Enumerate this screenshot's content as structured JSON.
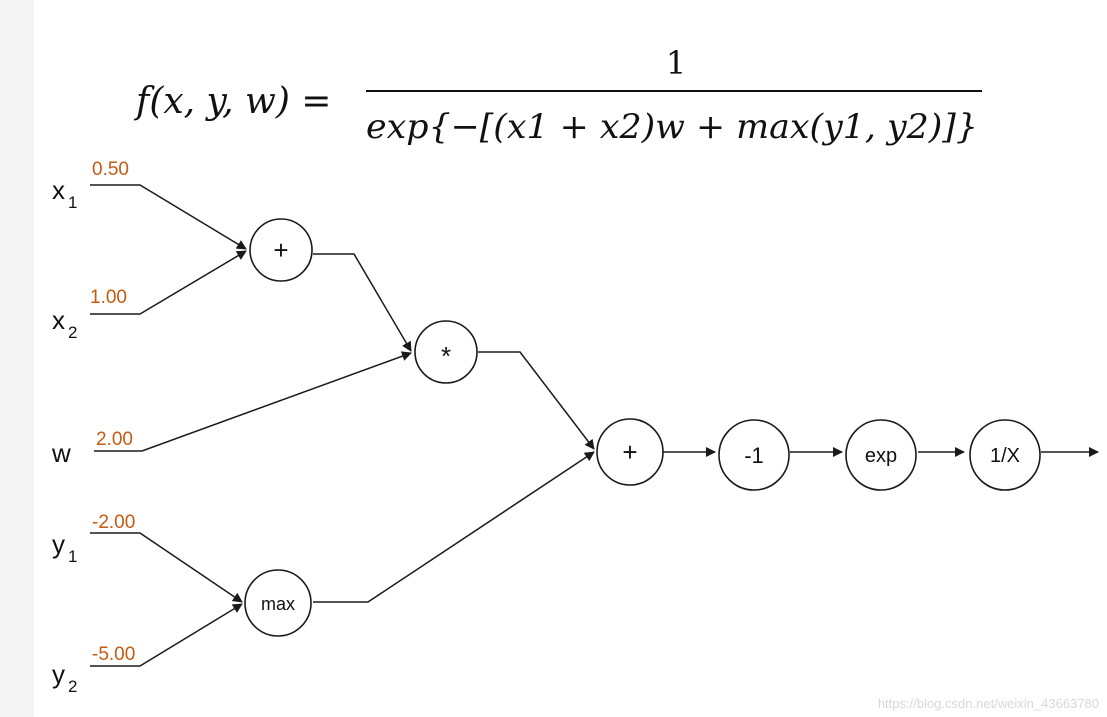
{
  "formula": {
    "lhs": "f(x, y, w) =",
    "numerator": "1",
    "denominator": "exp{−[(x1 + x2)w + max(y1, y2)]}"
  },
  "inputs": [
    {
      "symbol": "x",
      "subscript": "1",
      "value": "0.50"
    },
    {
      "symbol": "x",
      "subscript": "2",
      "value": "1.00"
    },
    {
      "symbol": "w",
      "subscript": "",
      "value": "2.00"
    },
    {
      "symbol": "y",
      "subscript": "1",
      "value": "-2.00"
    },
    {
      "symbol": "y",
      "subscript": "2",
      "value": "-5.00"
    }
  ],
  "nodes": {
    "add1": "+",
    "mul": "*",
    "max": "max",
    "add2": "+",
    "neg": "-1",
    "exp": "exp",
    "inv": "1/X"
  },
  "colors": {
    "value": "#c55a11",
    "line": "#1a1a1a"
  },
  "watermark": "https://blog.csdn.net/weixin_43663780"
}
